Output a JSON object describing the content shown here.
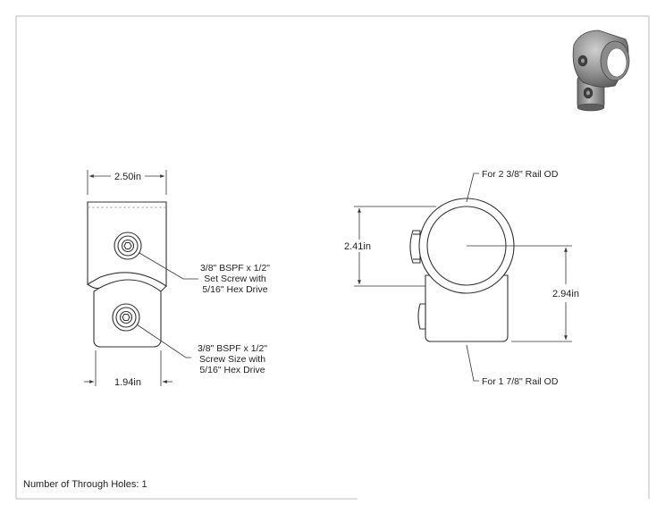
{
  "drawing": {
    "front_view": {
      "dim_width_top": "2.50in",
      "dim_width_bottom": "1.94in",
      "callout_upper": [
        "3/8\" BSPF x 1/2\"",
        "Set Screw with",
        "5/16\" Hex Drive"
      ],
      "callout_lower": [
        "3/8\" BSPF x 1/2\"",
        "Screw Size with",
        "5/16\" Hex Drive"
      ]
    },
    "side_view": {
      "label_top": "For 2 3/8\" Rail OD",
      "label_bottom": "For 1 7/8\" Rail OD",
      "dim_left": "2.41in",
      "dim_right": "2.94in"
    },
    "footer": {
      "through_holes": "Number of Through Holes: 1"
    }
  },
  "colors": {
    "line": "#333333",
    "part_fill": "#ffffff",
    "iso_body": "#9a9a9a",
    "iso_dark": "#4a4a4a"
  }
}
